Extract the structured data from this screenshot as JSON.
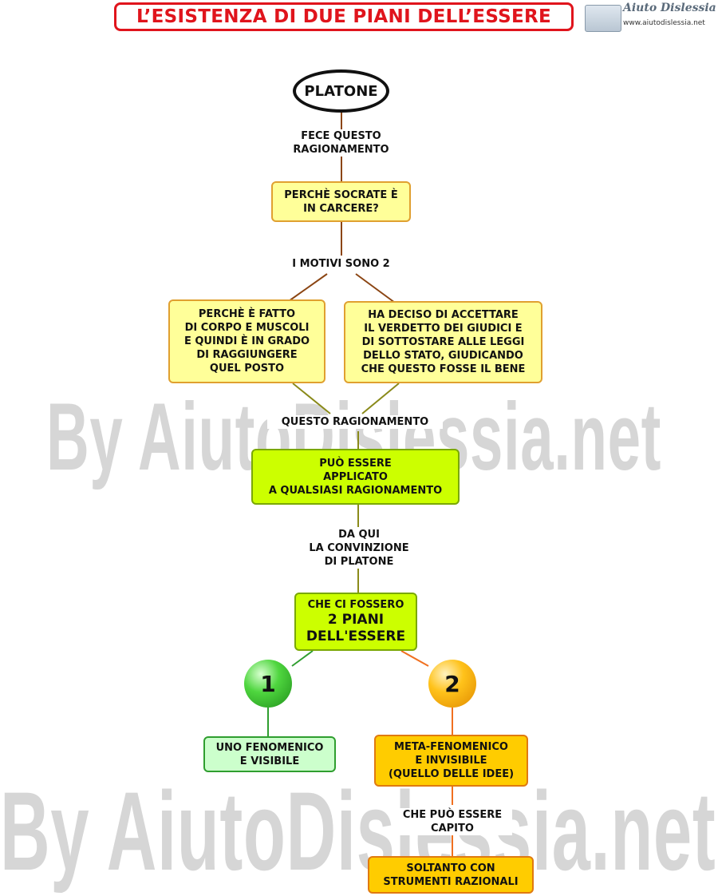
{
  "title": "L’ESISTENZA DI DUE PIANI DELL’ESSERE",
  "logo": {
    "name": "Aiuto Dislessia",
    "url": "www.aiutodislessia.net"
  },
  "watermark": "By AiutoDislessia.net",
  "nodes": {
    "root": "PLATONE",
    "question": "PERCHÈ SOCRATE È\nIN CARCERE?",
    "reason1": "PERCHÈ È FATTO\nDI CORPO E MUSCOLI\nE QUINDI È IN GRADO\nDI RAGGIUNGERE\nQUEL POSTO",
    "reason2": "HA DECISO DI ACCETTARE\nIL VERDETTO DEI GIUDICI E\nDI SOTTOSTARE ALLE LEGGI\nDELLO STATO, GIUDICANDO\nCHE QUESTO FOSSE IL BENE",
    "applied": "PUÒ ESSERE\nAPPLICATO\nA QUALSIASI RAGIONAMENTO",
    "conviction_line1": "CHE CI FOSSERO",
    "conviction_line2": "2 PIANI\nDELL'ESSERE",
    "plane1_number": "1",
    "plane2_number": "2",
    "plane1": "UNO FENOMENICO\nE VISIBILE",
    "plane2": "META-FENOMENICO\nE INVISIBILE\n(QUELLO DELLE IDEE)",
    "final": "SOLTANTO CON\nSTRUMENTI RAZIONALI"
  },
  "links": {
    "l1": "FECE QUESTO\nRAGIONAMENTO",
    "l2": "I MOTIVI SONO 2",
    "l3": "QUESTO RAGIONAMENTO",
    "l4": "DA QUI\nLA CONVINZIONE\nDI PLATONE",
    "l5": "CHE PUÒ ESSERE\nCAPITO"
  },
  "colors": {
    "title_red": "#e0141c",
    "yellow_node": "#ffff99",
    "lime_node": "#ccff00",
    "green_node": "#ccffcc",
    "orange_node": "#ffcc00",
    "line_brown": "#8b4513",
    "line_olive": "#8a8a1a",
    "line_green": "#2f9e2f",
    "line_orange": "#f07020"
  }
}
